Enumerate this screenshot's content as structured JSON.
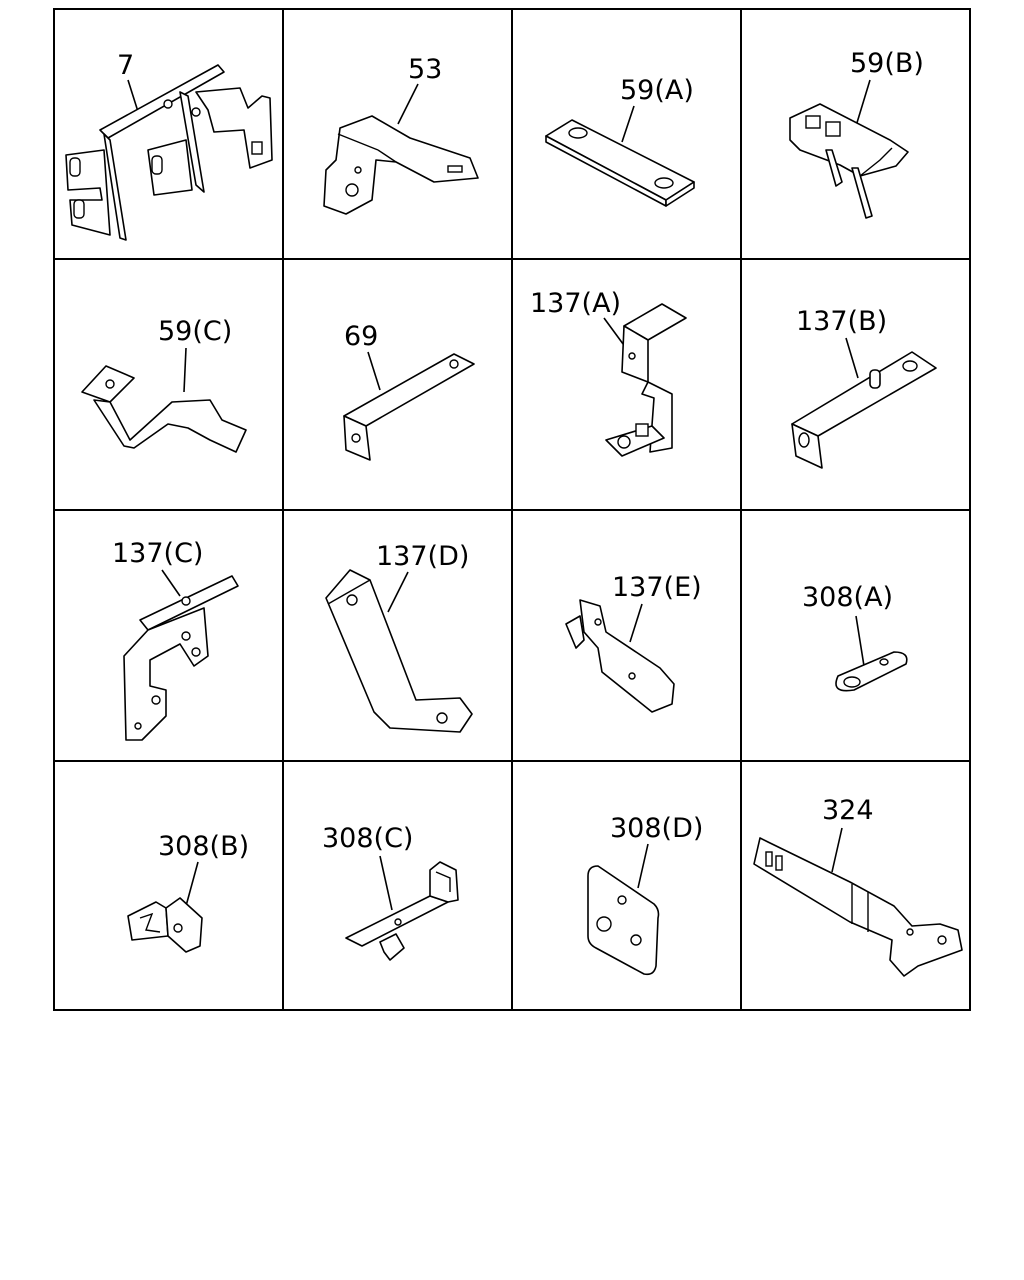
{
  "parts": [
    {
      "id": "p7",
      "label": "7"
    },
    {
      "id": "p53",
      "label": "53"
    },
    {
      "id": "p59a",
      "label": "59(A)"
    },
    {
      "id": "p59b",
      "label": "59(B)"
    },
    {
      "id": "p59c",
      "label": "59(C)"
    },
    {
      "id": "p69",
      "label": "69"
    },
    {
      "id": "p137a",
      "label": "137(A)"
    },
    {
      "id": "p137b",
      "label": "137(B)"
    },
    {
      "id": "p137c",
      "label": "137(C)"
    },
    {
      "id": "p137d",
      "label": "137(D)"
    },
    {
      "id": "p137e",
      "label": "137(E)"
    },
    {
      "id": "p308a",
      "label": "308(A)"
    },
    {
      "id": "p308b",
      "label": "308(B)"
    },
    {
      "id": "p308c",
      "label": "308(C)"
    },
    {
      "id": "p308d",
      "label": "308(D)"
    },
    {
      "id": "p324",
      "label": "324"
    }
  ]
}
